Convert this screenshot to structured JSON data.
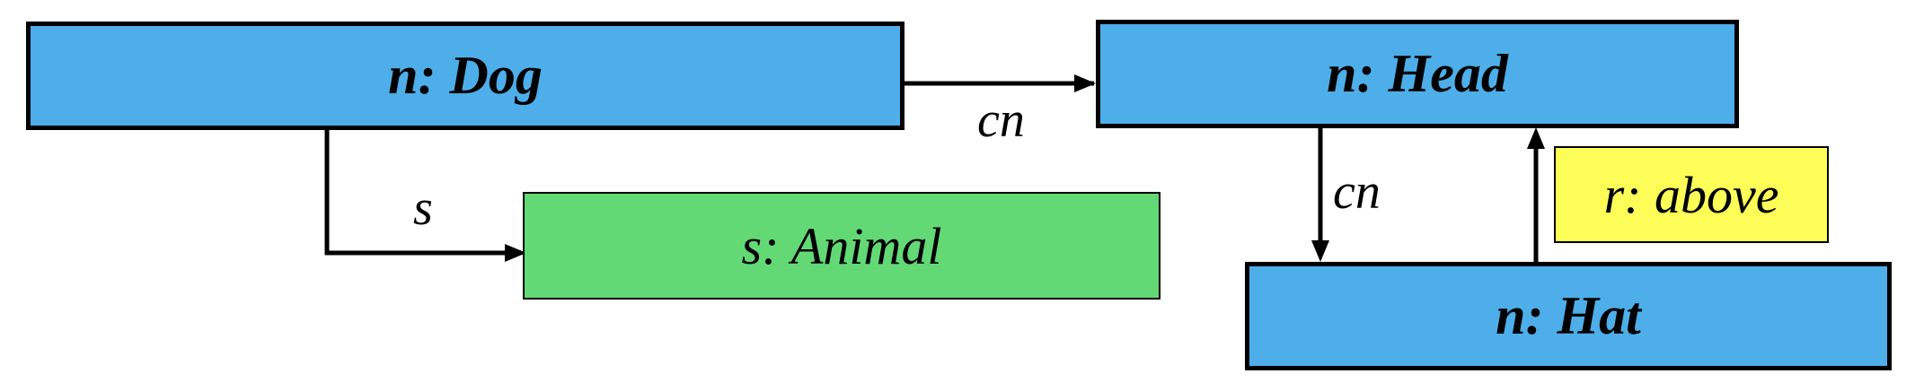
{
  "nodes": {
    "dog": {
      "label": "n: Dog"
    },
    "head": {
      "label": "n: Head"
    },
    "animal": {
      "label": "s: Animal"
    },
    "above": {
      "label": "r: above"
    },
    "hat": {
      "label": "n: Hat"
    }
  },
  "edges": {
    "dog_to_head": {
      "label": "cn"
    },
    "dog_to_animal": {
      "label": "s"
    },
    "head_to_hat": {
      "label": "cn"
    }
  },
  "colors": {
    "node_n": "#4daeea",
    "node_s": "#63d976",
    "node_r": "#fdfd57",
    "stroke": "#000000"
  }
}
